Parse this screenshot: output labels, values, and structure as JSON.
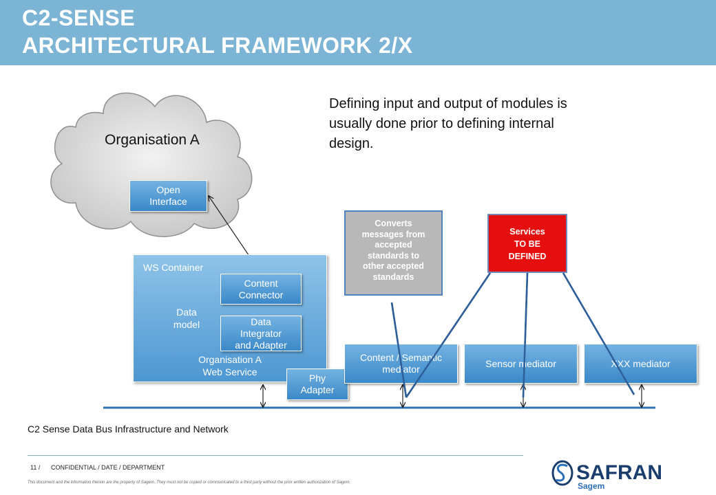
{
  "header": {
    "title_line1": "C2-SENSE",
    "title_line2": "ARCHITECTURAL FRAMEWORK 2/X"
  },
  "cloud": {
    "label": "Organisation A",
    "open_interface": "Open\nInterface"
  },
  "note": "Defining input and output of modules is usually done prior to defining internal design.",
  "ws_container": {
    "title": "WS Container",
    "subtitle": "Organisation A\nWeb Service",
    "content_connector": "Content\nConnector",
    "data_model": "Data\nmodel",
    "data_integrator": "Data\nIntegrator\nand Adapter"
  },
  "phy_adapter": "Phy\nAdapter",
  "mediators": {
    "content_semantic": "Content / Semantic\nmediator",
    "sensor": "Sensor mediator",
    "xxx": "XXX mediator"
  },
  "callouts": {
    "converts": "Converts\nmessages from\naccepted\nstandards to\nother accepted\nstandards",
    "services": "Services\nTO BE\nDEFINED"
  },
  "bus_label": "C2 Sense Data Bus Infrastructure and Network",
  "footer": {
    "page": "11 /",
    "text": "CONFIDENTIAL / DATE / DEPARTMENT",
    "disclaimer": "This document and the information therein are the property of Sagem. They must not be copied or communicated to a third party without the prior written authorization of Sagem.",
    "logo_word": "SAFRAN",
    "logo_sub": "Sagem"
  },
  "colors": {
    "header": "#7cb4d6",
    "box_blue": "#4d97d2",
    "callout_red": "#e60f0f",
    "callout_gray": "#b8b8b8",
    "bus": "#2e74b5"
  }
}
